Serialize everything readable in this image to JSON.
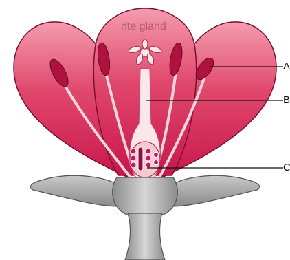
{
  "labels": [
    {
      "id": "A",
      "text": "A"
    },
    {
      "id": "B",
      "text": "B"
    },
    {
      "id": "C",
      "text": "C"
    }
  ],
  "background_text": {
    "fragment": "nte gland"
  },
  "colors": {
    "petal_top": "#f49cae",
    "petal_mid": "#e0476d",
    "petal_bottom": "#c8174b",
    "petal_outline": "#7a1030",
    "stalk": "#f6d6dc",
    "anther": "#b0123f",
    "pistil": "#fbe7ea",
    "ovule": "#c2195a",
    "receptacle": "#a9a9a9",
    "receptacle_dark": "#6f6f6f",
    "leader_line": "#111111"
  }
}
